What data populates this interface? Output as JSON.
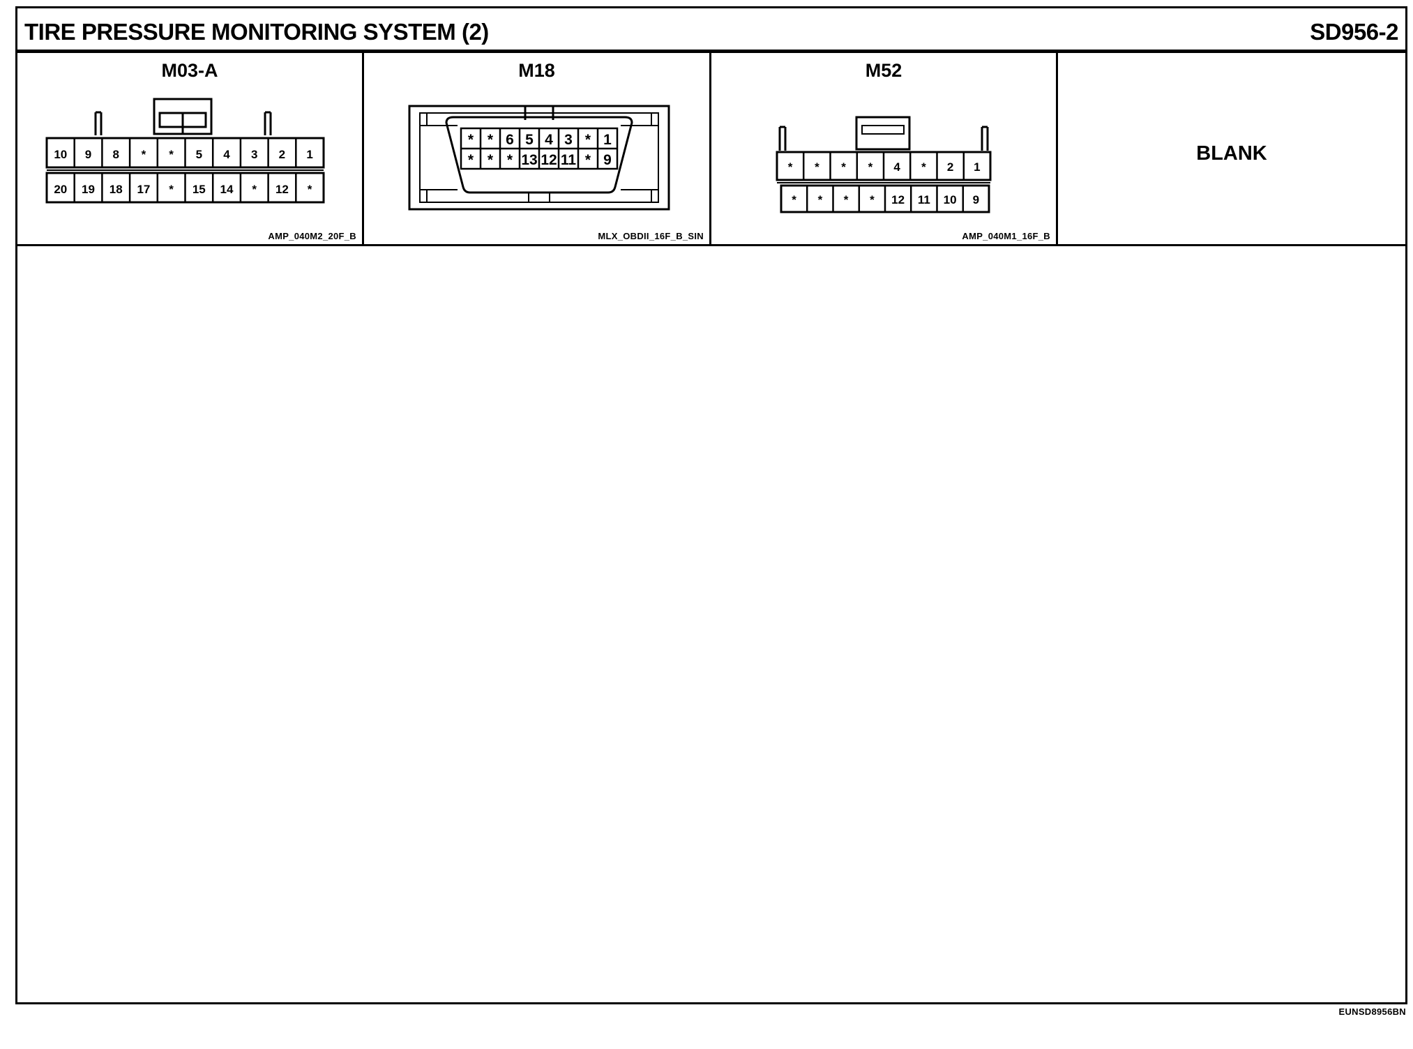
{
  "header": {
    "title": "TIRE PRESSURE MONITORING SYSTEM (2)",
    "code": "SD956-2"
  },
  "connectors": [
    {
      "name": "M03-A",
      "part": "AMP_040M2_20F_B",
      "top_row": [
        "10",
        "9",
        "8",
        "*",
        "*",
        "5",
        "4",
        "3",
        "2",
        "1"
      ],
      "bottom_row": [
        "20",
        "19",
        "18",
        "17",
        "*",
        "15",
        "14",
        "*",
        "12",
        "*"
      ]
    },
    {
      "name": "M18",
      "part": "MLX_OBDII_16F_B_SIN",
      "top_row": [
        "*",
        "*",
        "6",
        "5",
        "4",
        "3",
        "*",
        "1"
      ],
      "bottom_row": [
        "*",
        "*",
        "*",
        "13",
        "12",
        "11",
        "*",
        "9"
      ]
    },
    {
      "name": "M52",
      "part": "AMP_040M1_16F_B",
      "top_row": [
        "*",
        "*",
        "*",
        "*",
        "4",
        "*",
        "2",
        "1"
      ],
      "bottom_row": [
        "*",
        "*",
        "*",
        "*",
        "12",
        "11",
        "10",
        "9"
      ]
    }
  ],
  "blank_panel": {
    "label": "BLANK"
  },
  "footer": {
    "code": "EUNSD8956BN"
  }
}
